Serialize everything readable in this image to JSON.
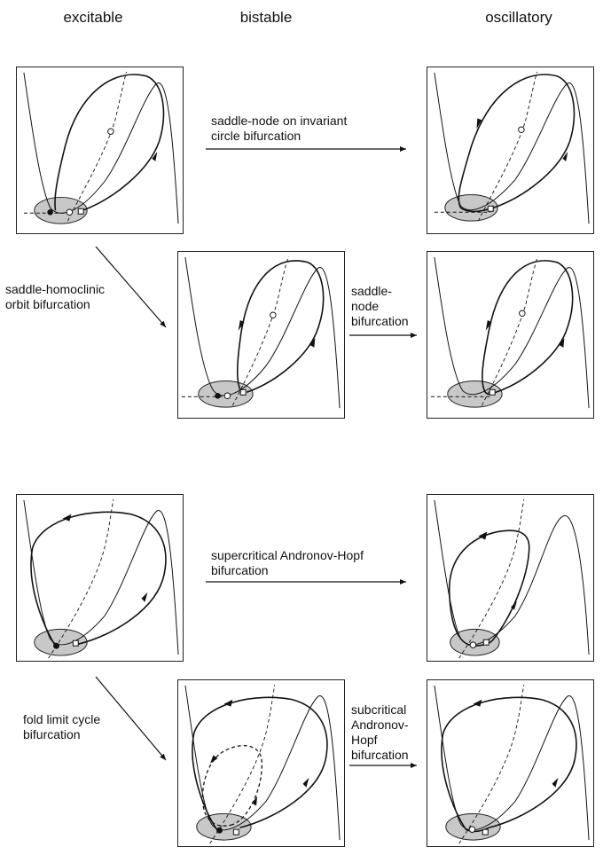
{
  "headers": {
    "excitable": "excitable",
    "bistable": "bistable",
    "oscillatory": "oscillatory"
  },
  "transitions": {
    "snic_line1": "saddle-node on invariant",
    "snic_line2": "circle bifurcation",
    "shom_line1": "saddle-homoclinic",
    "shom_line2": "orbit bifurcation",
    "sn_line1": "saddle-",
    "sn_line2": "node",
    "sn_line3": "bifurcation",
    "supH_line1": "supercritical Andronov-Hopf",
    "supH_line2": "bifurcation",
    "flc_line1": "fold limit cycle",
    "flc_line2": "bifurcation",
    "subH_line1": "subcritical",
    "subH_line2": "Andronov-",
    "subH_line3": "Hopf",
    "subH_line4": "bifurcation"
  },
  "colors": {
    "ink": "#111111",
    "shade": "#c8c8c8",
    "frame": "#222222"
  }
}
